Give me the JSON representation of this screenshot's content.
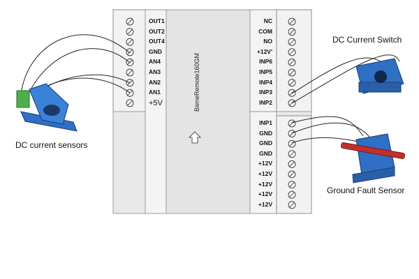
{
  "device": {
    "name": "BieneRemote160GM",
    "left_terminals": [
      "OUT1",
      "OUT2",
      "OUT4",
      "GND",
      "AN4",
      "AN3",
      "AN2",
      "AN1",
      "+5V"
    ],
    "right_top_terminals": [
      "NC",
      "COM",
      "NO",
      "+12V'",
      "INP6",
      "INP5",
      "INP4",
      "INP3",
      "INP2"
    ],
    "right_bottom_terminals": [
      "INP1",
      "GND",
      "GND",
      "GND",
      "+12V",
      "+12V",
      "+12V",
      "+12V",
      "+12V"
    ]
  },
  "captions": {
    "left_sensor": "DC current sensors",
    "switch": "DC Current Switch",
    "ground_fault": "Ground Fault Sensor"
  },
  "colors": {
    "sensor_blue": "#2f6fc4",
    "panel_gray": "#e6e6e6",
    "wire": "#222222",
    "rod_red": "#c0302a"
  }
}
